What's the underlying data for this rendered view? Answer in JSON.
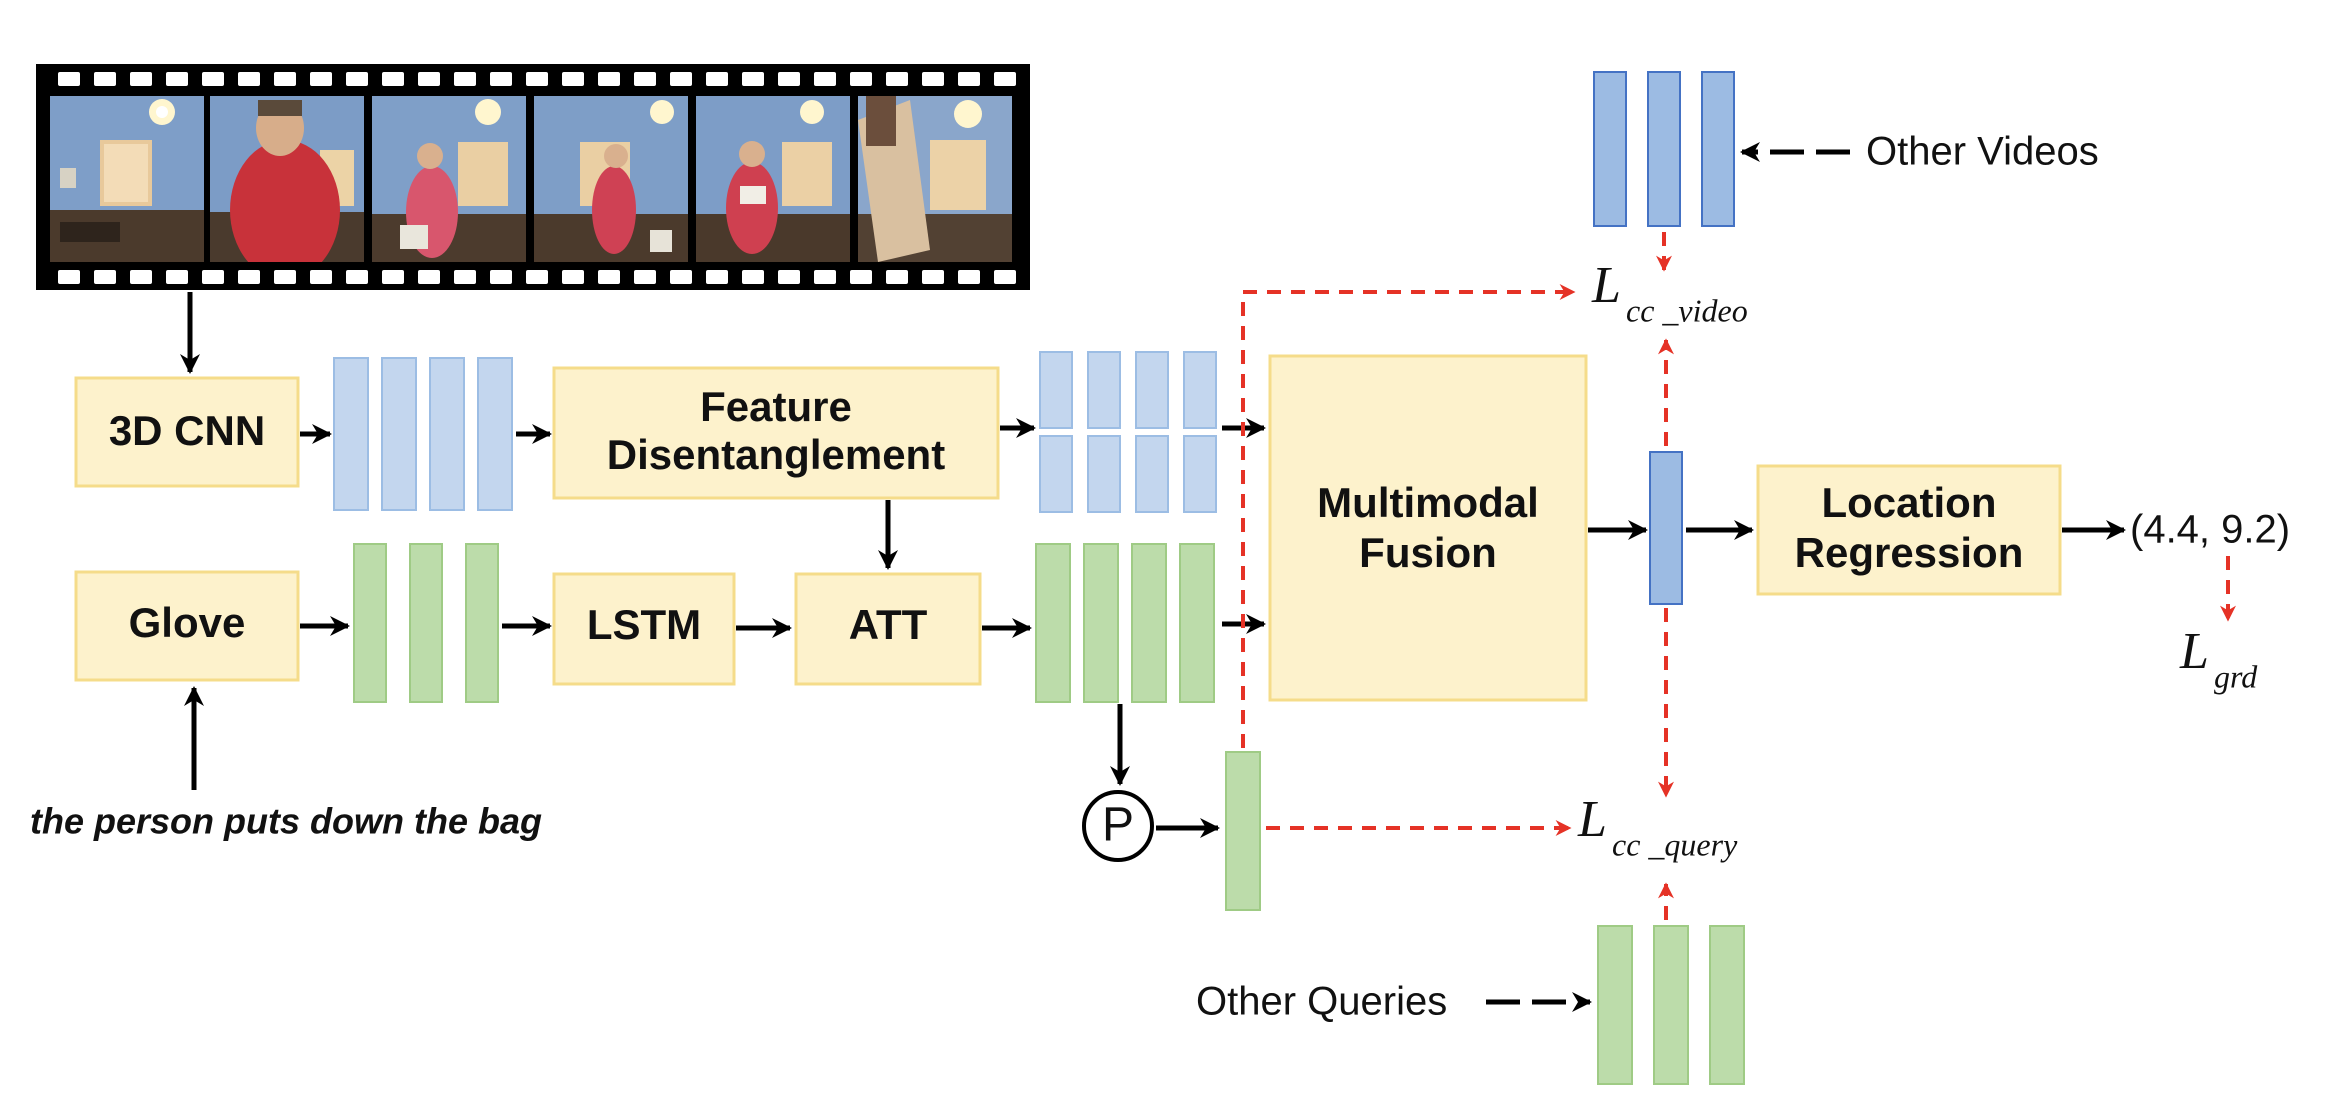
{
  "modules": {
    "cnn": "3D CNN",
    "feature_line1": "Feature",
    "feature_line2": "Disentanglement",
    "glove": "Glove",
    "lstm": "LSTM",
    "att": "ATT",
    "fusion_line1": "Multimodal",
    "fusion_line2": "Fusion",
    "location_line1": "Location",
    "location_line2": "Regression"
  },
  "query_sentence": "the person puts down the bag",
  "pool_symbol": "P",
  "other_videos": "Other Videos",
  "other_queries": "Other Queries",
  "output_value": "(4.4, 9.2)",
  "losses": {
    "video": {
      "main": "L",
      "sub": "cc _video"
    },
    "query": {
      "main": "L",
      "sub": "cc _query"
    },
    "grounding": {
      "main": "L",
      "sub": "grd"
    }
  },
  "colors": {
    "module_fill": "#fdf2cc",
    "module_stroke": "#f5dc8a",
    "video_feature_fill": "#c3d6ee",
    "video_feature_stroke": "#9cbde4",
    "query_feature_fill": "#bcdcaa",
    "query_feature_stroke": "#9fcb85",
    "fused_feature_fill": "#9cbbe3",
    "fused_feature_stroke": "#4472c4",
    "loss_arrow": "#e53226",
    "flow_arrow": "#000000",
    "film": "#000000"
  }
}
